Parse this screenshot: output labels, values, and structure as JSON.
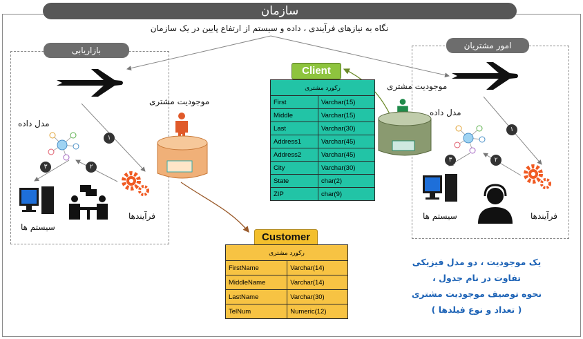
{
  "header": {
    "title": "سازمان",
    "subtitle": "نگاه به نیازهای فرآیندی ، داده و سیستم از ارتفاع پایین در یک سازمان"
  },
  "left_panel": {
    "title": "بازاریابی",
    "entity_label": "موجودیت مشتری",
    "data_model_label": "مدل داده",
    "systems_label": "سیستم ها",
    "processes_label": "فرآیندها",
    "steps": [
      "۱",
      "۲",
      "۳"
    ]
  },
  "right_panel": {
    "title": "امور مشتریان",
    "entity_label": "موجودیت مشتری",
    "data_model_label": "مدل داده",
    "systems_label": "سیستم ها",
    "processes_label": "فرآیندها",
    "steps": [
      "۱",
      "۲",
      "۳"
    ]
  },
  "client": {
    "label": "Client",
    "record_header": "رکورد مشتری",
    "rows": [
      [
        "First",
        "Varchar(15)"
      ],
      [
        "Middle",
        "Varchar(15)"
      ],
      [
        "Last",
        "Varchar(30)"
      ],
      [
        "Address1",
        "Varchar(45)"
      ],
      [
        "Address2",
        "Varchar(45)"
      ],
      [
        "City",
        "Varchar(30)"
      ],
      [
        "State",
        "char(2)"
      ],
      [
        "ZIP",
        "char(9)"
      ]
    ]
  },
  "customer": {
    "label": "Customer",
    "record_header": "رکورد مشتری",
    "rows": [
      [
        "FirstName",
        "Varchar(14)"
      ],
      [
        "MiddleName",
        "Varchar(14)"
      ],
      [
        "LastName",
        "Varchar(30)"
      ],
      [
        "TelNum",
        "Numeric(12)"
      ]
    ]
  },
  "note": {
    "lines": [
      "یک موجودیت ، دو مدل فیزیکی",
      "تفاوت در نام جدول ،",
      "نحوه توصیف موجودیت مشتری",
      "( تعداد و نوع فیلدها )"
    ]
  },
  "colors": {
    "client_table": "#22c4a6",
    "customer_table": "#f7c343",
    "client_tag": "#8ec43e",
    "customer_tag": "#f3bf2c",
    "note_text": "#1d63b6",
    "gear": "#f05a22"
  }
}
